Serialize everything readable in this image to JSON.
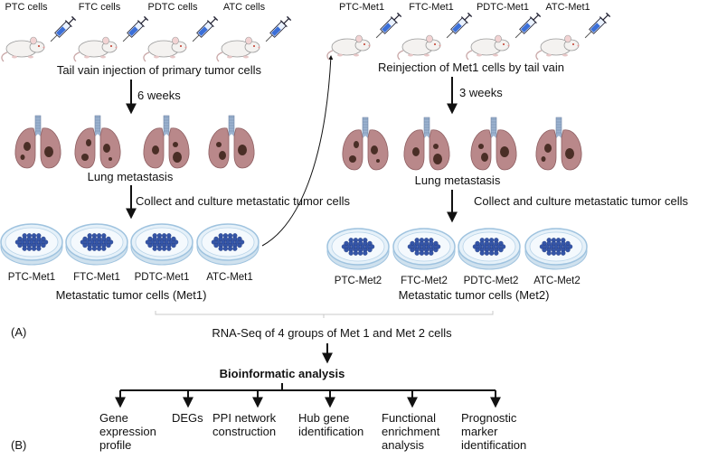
{
  "panel_a": {
    "label": "(A)",
    "left": {
      "cell_labels": [
        "PTC cells",
        "FTC cells",
        "PDTC cells",
        "ATC cells"
      ],
      "injection_text": "Tail vain injection of primary tumor cells",
      "interval": "6 weeks",
      "lung_text": "Lung metastasis",
      "collect_text": "Collect and culture metastatic tumor cells",
      "dish_labels": [
        "PTC-Met1",
        "FTC-Met1",
        "PDTC-Met1",
        "ATC-Met1"
      ],
      "group_text": "Metastatic tumor cells (Met1)"
    },
    "right": {
      "cell_labels": [
        "PTC-Met1",
        "FTC-Met1",
        "PDTC-Met1",
        "ATC-Met1"
      ],
      "injection_text": "Reinjection of Met1 cells by tail vain",
      "interval": "3 weeks",
      "lung_text": "Lung metastasis",
      "collect_text": "Collect and culture metastatic tumor cells",
      "dish_labels": [
        "PTC-Met2",
        "FTC-Met2",
        "PDTC-Met2",
        "ATC-Met2"
      ],
      "group_text": "Metastatic tumor cells (Met2)"
    }
  },
  "panel_b": {
    "label": "(B)",
    "rnaseq_text": "RNA-Seq of 4 groups of Met 1 and Met 2 cells",
    "analysis_title": "Bioinformatic analysis",
    "outputs": [
      [
        "Gene",
        "expression",
        "profile"
      ],
      [
        "DEGs"
      ],
      [
        "PPI network",
        "construction"
      ],
      [
        "Hub gene",
        "identification"
      ],
      [
        "Functional",
        "enrichment",
        "analysis"
      ],
      [
        "Prognostic",
        "marker",
        "identification"
      ]
    ]
  },
  "colors": {
    "lung": "#b9888a",
    "lung_dark": "#8e5f62",
    "lesion": "#4a2e26",
    "trachea": "#9bb2cf",
    "dish_rim": "#9fc3df",
    "dish_fill": "#e6f1f9",
    "cells": "#3455a8",
    "syringe_blue": "#3b6fd8",
    "mouse": "#f4f2f0"
  }
}
